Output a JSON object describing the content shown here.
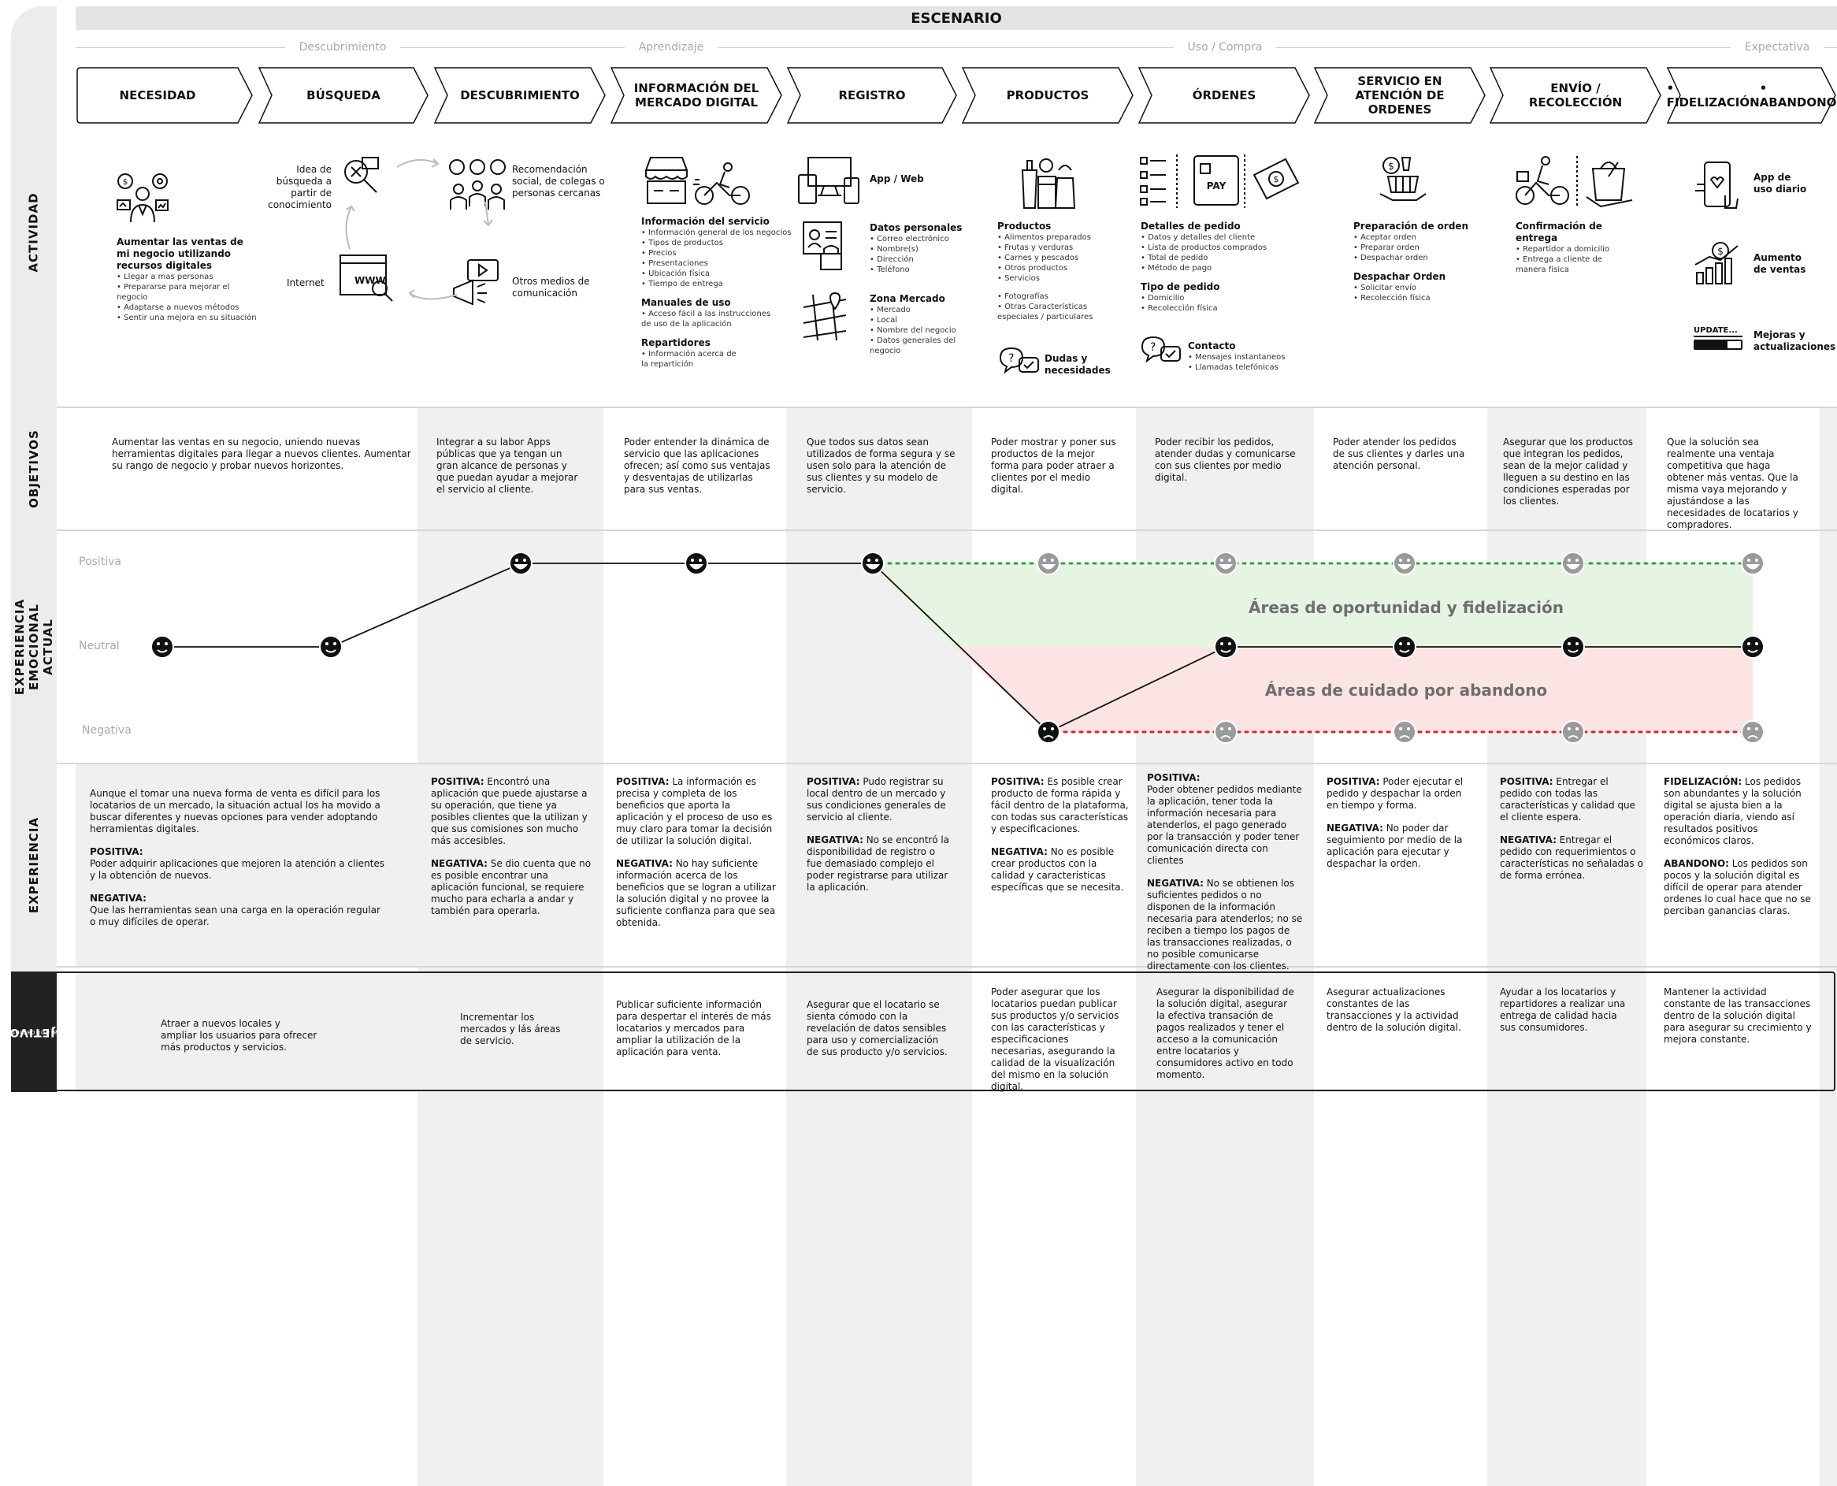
{
  "scenario_title": "ESCENARIO",
  "row_labels": {
    "actividad": "ACTIVIDAD",
    "objetivos": "OBJETIVOS",
    "experiencia_emocional": "EXPERIENCIA EMOCIONAL ACTUAL",
    "experiencia": "EXPERIENCIA",
    "objetivos_negocio": "OBJETIVOS DE NEGOCIO",
    "objetivos_negocio_sub": "de la aplicación"
  },
  "phases": [
    "Descubrimiento",
    "Aprendizaje",
    "Uso / Compra",
    "Expectativa"
  ],
  "stages": [
    "NECESIDAD",
    "BÚSQUEDA",
    "DESCUBRIMIENTO",
    "INFORMACIÓN DEL MERCADO DIGITAL",
    "REGISTRO",
    "PRODUCTOS",
    "ÓRDENES",
    "SERVICIO EN ATENCIÓN DE ORDENES",
    "ENVÍO / RECOLECCIÓN",
    "• FIDELIZACIÓN • ABANDONO"
  ],
  "activity": {
    "necesidad": {
      "title": "Aumentar las ventas de mi negocio utilizando recursos digitales",
      "items": [
        "• Llegar a mas personas",
        "• Prepararse para mejorar el negocio",
        "• Adaptarse a nuevos métodos",
        "• Sentir una mejora en su situación"
      ]
    },
    "busqueda": {
      "idea": "Idea de búsqueda a partir de conocimiento",
      "internet": "Internet",
      "recomendacion": "Recomendación social, de colegas o personas cercanas",
      "otros": "Otros medios de comunicación"
    },
    "informacion": [
      {
        "title": "Información del servicio",
        "items": [
          "• Información general de los negocios",
          "• Tipos de productos",
          "• Precios",
          "• Presentaciones",
          "• Ubicación física",
          "• Tiempo de entrega"
        ]
      },
      {
        "title": "Manuales de uso",
        "items": [
          "• Acceso fácil a las instrucciones",
          "de uso de la aplicación"
        ]
      },
      {
        "title": "Repartidores",
        "items": [
          "• Información acerca de",
          "la repartición"
        ]
      }
    ],
    "registro": [
      {
        "title": "App / Web",
        "items": []
      },
      {
        "title": "Datos personales",
        "items": [
          "• Correo electrónico",
          "• Nombre(s)",
          "• Dirección",
          "• Teléfono"
        ]
      },
      {
        "title": "Zona Mercado",
        "items": [
          "• Mercado",
          "• Local",
          "• Nombre del negocio",
          "• Datos generales del negocio"
        ]
      }
    ],
    "productos": {
      "title": "Productos",
      "items": [
        "• Alimentos preparados",
        "• Frutas y verduras",
        "• Carnes y pescados",
        "• Otros productos",
        "• Servicios"
      ],
      "items2": [
        "• Fotografías",
        "• Otras Características",
        "especiales / particulares"
      ],
      "dudas": "Dudas y necesidades"
    },
    "ordenes": [
      {
        "title": "Detalles de pedido",
        "items": [
          "• Datos y detalles del cliente",
          "• Lista de productos comprados",
          "• Total de pedido",
          "• Método de pago"
        ]
      },
      {
        "title": "Tipo de pedido",
        "items": [
          "• Domicilio",
          "• Recolección física"
        ]
      },
      {
        "title": "Contacto",
        "items": [
          "• Mensajes instantaneos",
          "• Llamadas telefónicas"
        ]
      }
    ],
    "servicio": [
      {
        "title": "Preparación de orden",
        "items": [
          "• Aceptar orden",
          "• Preparar orden",
          "• Despachar orden"
        ]
      },
      {
        "title": "Despachar Orden",
        "items": [
          "• Solicitar envío",
          "• Recolección física"
        ]
      }
    ],
    "envio": {
      "title": "Confirmación de entrega",
      "items": [
        "• Repartidor a domicilio",
        "• Entrega a cliente de",
        "manera física"
      ]
    },
    "fidelizacion": [
      "App de uso diario",
      "Aumento de ventas",
      "Mejoras y actualizaciones"
    ],
    "update_label": "UPDATE..."
  },
  "objetivos": [
    "Aumentar las ventas en su negocio, uniendo nuevas herramientas digitales para llegar a nuevos clientes. Aumentar su rango de negocio y probar nuevos horizontes.",
    "Integrar a su labor Apps públicas que ya tengan un gran alcance de personas y que puedan ayudar a mejorar el servicio al cliente.",
    "Poder entender la dinámica de servicio que las aplicaciones ofrecen; así como sus ventajas y desventajas de utilizarlas para sus ventas.",
    "Que todos sus datos sean utilizados de forma segura y se usen solo para la atención de sus clientes y su modelo de servicio.",
    "Poder mostrar y poner sus productos de la mejor forma para poder atraer a clientes por el medio digital.",
    "Poder recibir los pedidos, atender dudas y comunicarse con sus clientes por medio digital.",
    "Poder atender los pedidos de sus clientes y darles una atención personal.",
    "Asegurar que los productos que integran los pedidos, sean de la mejor calidad y lleguen a su destino en las condiciones esperadas por los clientes.",
    "Que la solución sea realmente una ventaja competitiva que haga obtener más ventas. Que la misma vaya mejorando y ajustándose a las necesidades de locatarios y compradores."
  ],
  "emotion": {
    "levels": [
      "Positiva",
      "Neutral",
      "Negativa"
    ],
    "current": [
      "Neutral",
      "Neutral",
      "Positiva",
      "Positiva",
      "Positiva",
      "Negativa",
      "Neutral",
      "Neutral",
      "Neutral",
      "Neutral"
    ],
    "opportunity_label": "Áreas de oportunidad y fidelización",
    "abandon_label": "Áreas de cuidado por abandono",
    "colors": {
      "positive_line": "#2aa63a",
      "negative_line": "#d9252b",
      "opportunity_fill": "#e6f5e1",
      "abandon_fill": "#fde4e4"
    }
  },
  "experiencia": {
    "intro": "Aunque el tomar una nueva forma de venta es difícil para los locatarios de un mercado, la situación actual los ha movido a buscar diferentes y nuevas opciones para vender adoptando herramientas digitales.",
    "intro_pos_label": "POSITIVA:",
    "intro_pos": "Poder adquirir aplicaciones que mejoren la atención a clientes y la obtención de nuevos.",
    "intro_neg_label": "NEGATIVA:",
    "intro_neg": "Que las herramientas sean una carga en la operación regular o muy difíciles de operar.",
    "cols": [
      {
        "l1": "POSITIVA:",
        "t1": " Encontró una aplicación que puede ajustarse a su operación, que tiene ya posibles clientes que la utilizan y que sus comisiones son mucho más accesibles.",
        "l2": "NEGATIVA:",
        "t2": " Se dio cuenta que no es posible encontrar una aplicación funcional, se requiere mucho para echarla a andar y  también para operarla."
      },
      {
        "l1": "POSITIVA:",
        "t1": " La información es precisa y completa de los beneficios que aporta la aplicación y el proceso de uso es muy claro para tomar la decisión de utilizar la solución digital.",
        "l2": "NEGATIVA:",
        "t2": " No hay suficiente información acerca de los beneficios que se logran a utilizar la solución digital y no provee la suficiente confianza para que sea obtenida."
      },
      {
        "l1": "POSITIVA:",
        "t1": " Pudo registrar su local dentro de un mercado y sus condiciones generales de servicio al cliente.",
        "l2": "NEGATIVA:",
        "t2": " No se encontró la disponibilidad de registro o fue demasiado complejo el poder registrarse para utilizar la aplicación."
      },
      {
        "l1": "POSITIVA:",
        "t1": " Es posible crear producto de forma rápida y fácil dentro de la plataforma, con todas sus características y especificaciones.",
        "l2": "NEGATIVA:",
        "t2": " No es posible crear productos con la calidad y características específicas que se necesita."
      },
      {
        "l1": "POSITIVA:",
        "t1": " Poder obtener pedidos mediante la aplicación, tener toda la información necesaria para atenderlos, el pago generado por la transacción y poder tener comunicación directa con clientes",
        "l2": "NEGATIVA:",
        "t2": " No se obtienen los suficientes pedidos o no disponen de la información necesaria para atenderlos; no se reciben a tiempo los pagos de las transacciones realizadas, o no posible comunicarse directamente con los clientes."
      },
      {
        "l1": "POSITIVA:",
        "t1": " Poder ejecutar el pedido y despachar la orden en tiempo y forma.",
        "l2": "NEGATIVA:",
        "t2": " No poder dar seguimiento por medio de la aplicación para ejecutar y despachar la orden."
      },
      {
        "l1": "POSITIVA:",
        "t1": " Entregar el pedido con todas las características y calidad que el cliente espera.",
        "l2": "NEGATIVA:",
        "t2": " Entregar el pedido con requerimientos o características no señaladas o de forma errónea."
      },
      {
        "l1": "FIDELIZACIÓN:",
        "t1": " Los pedidos son abundantes y la solución digital se ajusta bien a la operación diaria, viendo así resultados positivos económicos claros.",
        "l2": "ABANDONO:",
        "t2": " Los pedidos son pocos y la solución digital es difícil de operar para atender ordenes lo cual hace que no se perciban ganancias claras."
      }
    ]
  },
  "negocio": [
    "Atraer a nuevos locales y ampliar los usuarios para ofrecer más productos y servicios.",
    "Incrementar los mercados y lás áreas de servicio.",
    "Publicar suficiente información para despertar el interés de más locatarios y mercados para ampliar la utilización de la aplicación para venta.",
    "Asegurar que el locatario se sienta cómodo con la revelación de datos sensibles para uso y comercialización de sus producto y/o servicios.",
    "Poder asegurar que los locatarios puedan publicar sus productos y/o servicios con las características y especificaciones necesarias, asegurando la calidad de la visualización del mismo en la solución digital.",
    "Asegurar la disponibilidad de la solución digital, asegurar la efectiva transación de pagos realizados y tener el acceso a la comunicación entre locatarios y consumidores activo en todo momento.",
    "Asegurar actualizaciones constantes de las transacciones y la actividad dentro de la solución digital.",
    "Ayudar a los locatarios y repartidores a realizar una entrega de calidad hacia sus consumidores.",
    "Mantener la actividad constante de las transacciones dentro de la solución digital para asegurar su crecimiento y mejora constante."
  ]
}
